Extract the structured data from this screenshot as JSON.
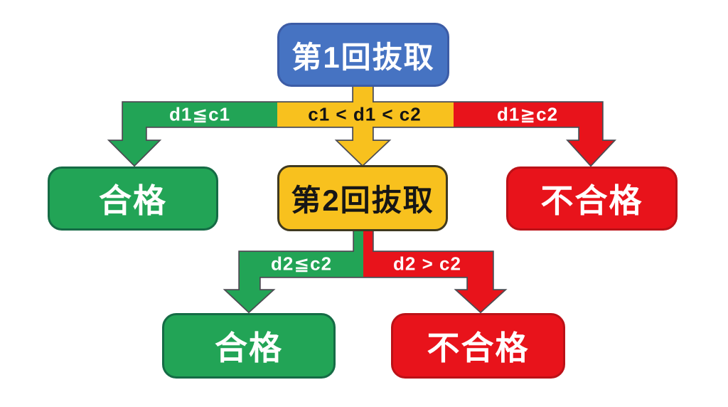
{
  "diagram": {
    "type": "flowchart",
    "subject": "double-sampling-inspection"
  },
  "colors": {
    "blue": "#4673C2",
    "green": "#22A456",
    "yellow": "#F8C11E",
    "red": "#E8131B",
    "blue_border": "#3C5CA6",
    "green_border": "#156B45",
    "yellow_border": "#403A20",
    "red_border": "#BC1117",
    "arrow_outline": "#4C4C52",
    "background": "#FFFFFF"
  },
  "nodes": {
    "first_sampling": {
      "label": "第1回抜取"
    },
    "pass_1": {
      "label": "合格"
    },
    "second_sampling": {
      "label": "第2回抜取"
    },
    "fail_1": {
      "label": "不合格"
    },
    "pass_2": {
      "label": "合格"
    },
    "fail_2": {
      "label": "不合格"
    }
  },
  "edges": {
    "d1_le_c1": {
      "label": "d1≦c1",
      "from": "first_sampling",
      "to": "pass_1",
      "color": "green"
    },
    "c1_d1_c2": {
      "label": "c1 < d1 < c2",
      "from": "first_sampling",
      "to": "second_sampling",
      "color": "yellow"
    },
    "d1_ge_c2": {
      "label": "d1≧c2",
      "from": "first_sampling",
      "to": "fail_1",
      "color": "red"
    },
    "d2_le_c2": {
      "label": "d2≦c2",
      "from": "second_sampling",
      "to": "pass_2",
      "color": "green"
    },
    "d2_gt_c2": {
      "label": "d2 > c2",
      "from": "second_sampling",
      "to": "fail_2",
      "color": "red"
    }
  }
}
